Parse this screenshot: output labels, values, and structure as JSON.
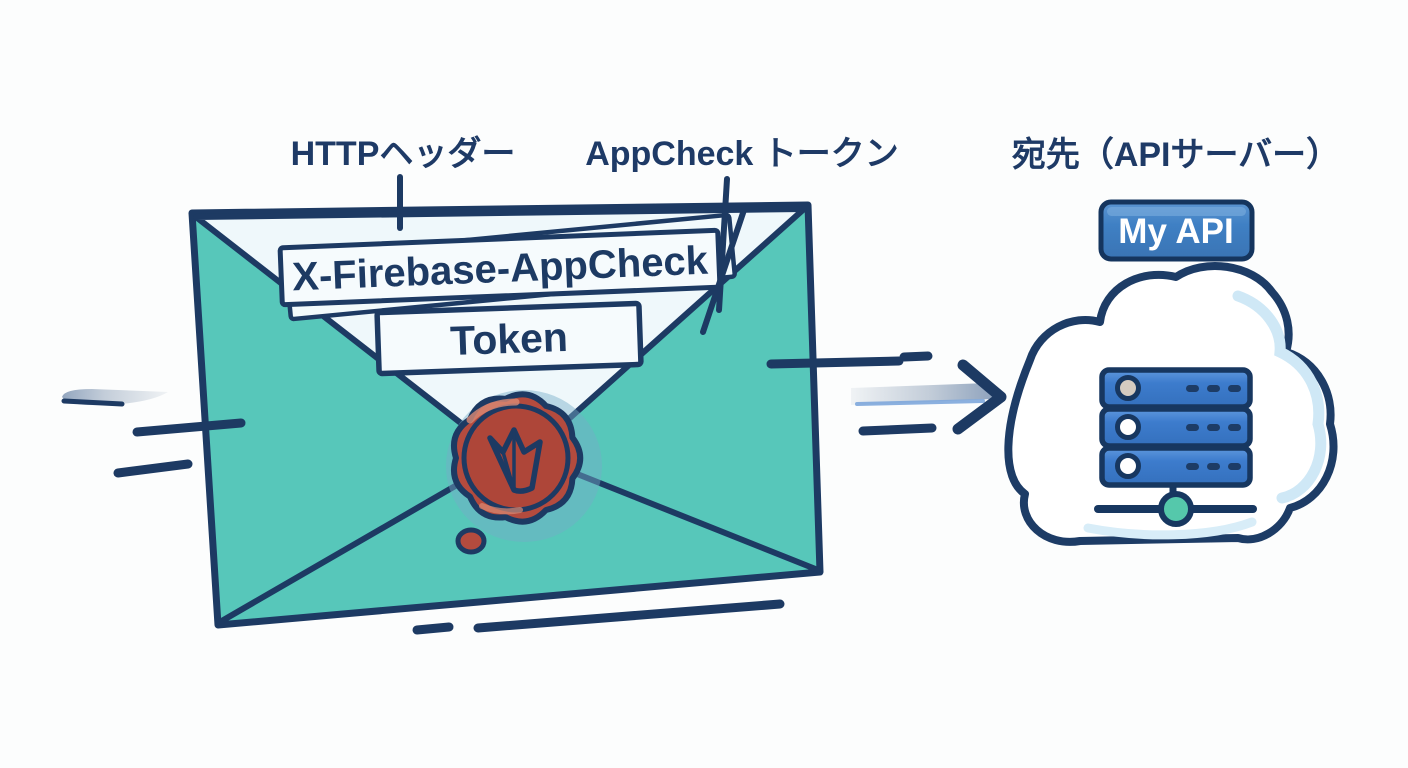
{
  "diagram": {
    "title_context": "AppCheck token sent in HTTP header to API server",
    "labels": {
      "http_header": "HTTPヘッダー",
      "appcheck_token": "AppCheck トークン",
      "destination": "宛先（APIサーバー）"
    },
    "envelope": {
      "header_slip": "X-Firebase-AppCheck",
      "token_slip": "Token",
      "seal_icon": "firebase-flame-icon"
    },
    "api_server": {
      "badge": "My API",
      "icons": [
        "cloud-icon",
        "server-stack-icon",
        "network-node-icon"
      ]
    },
    "transport": {
      "icon": "arrow-right-icon",
      "decorations": [
        "speed-dash",
        "speed-streak"
      ]
    },
    "colors": {
      "envelope_teal": "#57c7ba",
      "outline_navy": "#1d3a63",
      "paper_white": "#eff8fb",
      "seal_red": "#b44b3e",
      "server_blue": "#3d7ccd",
      "badge_blue": "#3f80c4",
      "node_teal": "#55c8ab",
      "cloud_shade_blue": "#cfe8f6",
      "label_navy": "#1e3a66"
    }
  }
}
